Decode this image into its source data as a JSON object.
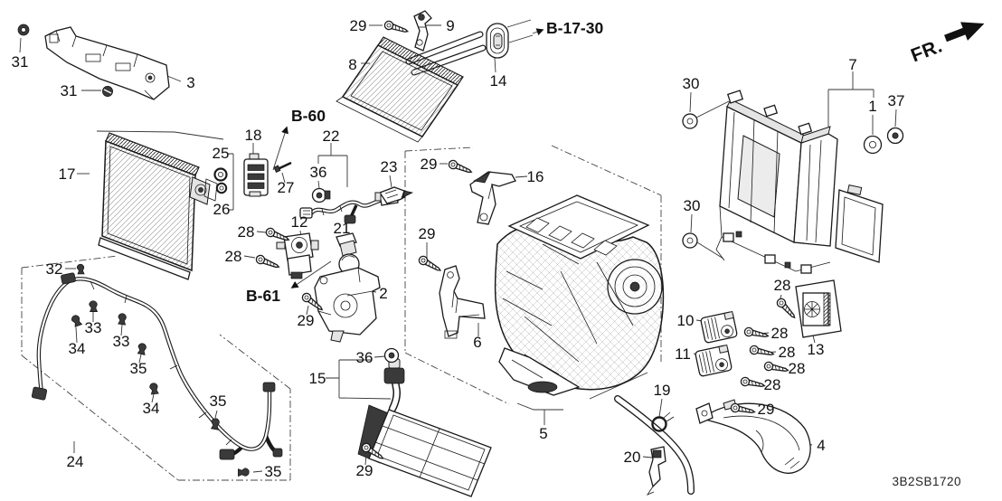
{
  "diagram_code": "3B2SB1720",
  "direction_indicator": "FR.",
  "service_refs": {
    "b60": "B-60",
    "b61": "B-61",
    "b17_30": "B-17-30"
  },
  "callouts": {
    "nut_31": "31",
    "clip_31": "31",
    "rail_3": "3",
    "screw_29_top": "29",
    "bracket_9": "9",
    "heater_core_8": "8",
    "grommet_14": "14",
    "case_7": "7",
    "washer_1": "1",
    "nut_37": "37",
    "grommet_30_upper": "30",
    "grommet_30_lower": "30",
    "evaporator_17": "17",
    "oring_25": "25",
    "oring_26": "26",
    "valve_18": "18",
    "pin_27": "27",
    "subharness_22": "22",
    "grommet_36_upper": "36",
    "sensor_21": "21",
    "valve_12": "12",
    "sensor_23": "23",
    "screw_29_mid": "29",
    "screw_28_a": "28",
    "screw_28_b": "28",
    "screw_29_motor": "29",
    "motor_2": "2",
    "screw_29_bracket": "29",
    "bracket_16": "16",
    "bracket_6": "6",
    "heater_unit_5": "5",
    "aux_heater_15": "15",
    "grommet_36_lower": "36",
    "screw_29_aux": "29",
    "clip_32": "32",
    "clip_33_a": "33",
    "clip_33_b": "33",
    "clip_34_a": "34",
    "clip_34_b": "34",
    "clip_35_a": "35",
    "clip_35_b": "35",
    "clip_35_c": "35",
    "harness_24": "24",
    "hose_19": "19",
    "clip_20": "20",
    "duct_4": "4",
    "screw_29_duct": "29",
    "actuator_10": "10",
    "actuator_11": "11",
    "transistor_13": "13",
    "screw_28_c": "28",
    "screw_28_d": "28",
    "screw_28_e": "28",
    "screw_28_f": "28",
    "screw_28_g": "28"
  }
}
